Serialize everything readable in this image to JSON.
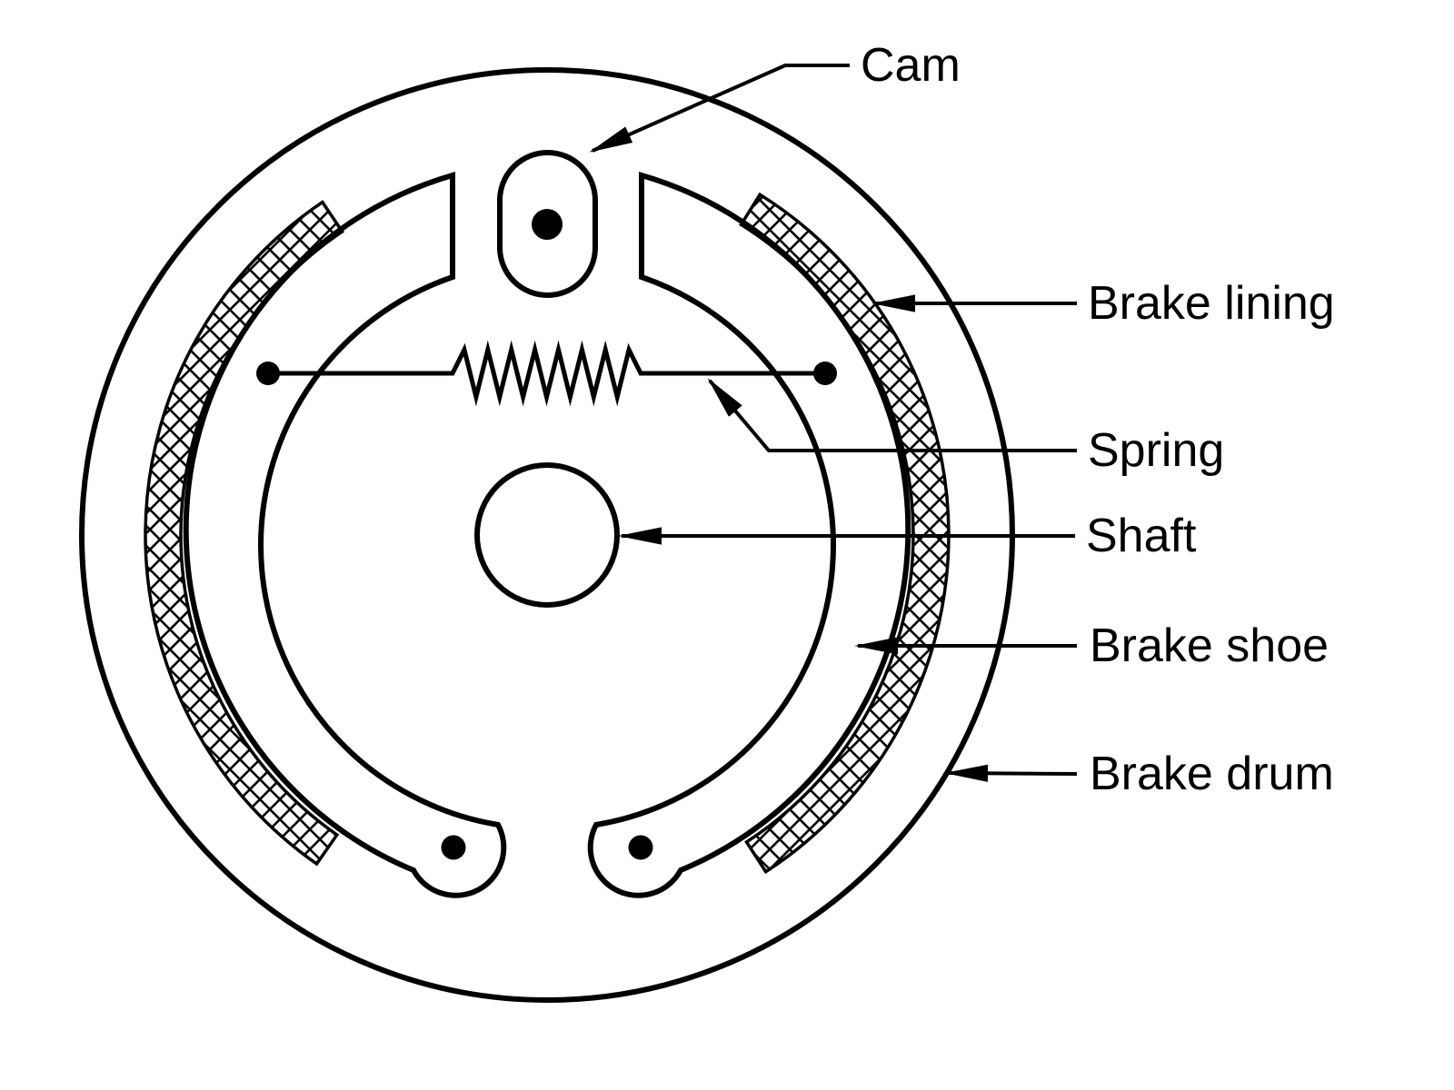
{
  "diagram": {
    "type": "technical-line-diagram",
    "subject": "drum brake cross-section",
    "colors": {
      "line": "#000000",
      "background": "#ffffff"
    },
    "labels": {
      "cam": "Cam",
      "brake_lining": "Brake lining",
      "spring": "Spring",
      "shaft": "Shaft",
      "brake_shoe": "Brake shoe",
      "brake_drum": "Brake drum"
    },
    "parts": [
      {
        "name": "cam",
        "label": "Cam",
        "pointer": "arrow-to-cam-oval-top-center"
      },
      {
        "name": "brake-lining",
        "label": "Brake lining",
        "pointer": "arrow-to-right-crosshatched-band"
      },
      {
        "name": "spring",
        "label": "Spring",
        "pointer": "arrow-to-zigzag-spring-line"
      },
      {
        "name": "shaft",
        "label": "Shaft",
        "pointer": "arrow-to-center-circle"
      },
      {
        "name": "brake-shoe",
        "label": "Brake shoe",
        "pointer": "arrow-to-right-shoe-web"
      },
      {
        "name": "brake-drum",
        "label": "Brake drum",
        "pointer": "arrow-to-outer-circle"
      }
    ]
  }
}
